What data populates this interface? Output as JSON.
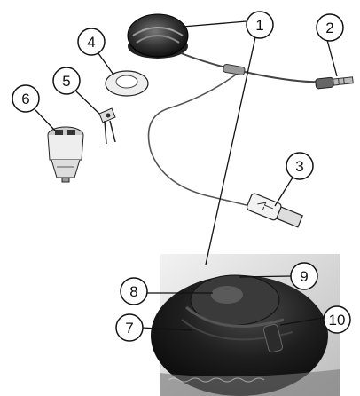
{
  "callouts": [
    {
      "id": "1",
      "label": "1"
    },
    {
      "id": "2",
      "label": "2"
    },
    {
      "id": "3",
      "label": "3"
    },
    {
      "id": "4",
      "label": "4"
    },
    {
      "id": "5",
      "label": "5"
    },
    {
      "id": "6",
      "label": "6"
    },
    {
      "id": "7",
      "label": "7"
    },
    {
      "id": "8",
      "label": "8"
    },
    {
      "id": "9",
      "label": "9"
    },
    {
      "id": "10",
      "label": "10"
    }
  ],
  "colors": {
    "line": "#111111",
    "device_dark": "#1c1c1c",
    "photo_bg": "#d9d9d9"
  },
  "icons": [
    "round-receiver-device",
    "aux-plug",
    "usb-plug",
    "adhesive-ring",
    "vent-clip",
    "car-charger",
    "device-photo"
  ]
}
